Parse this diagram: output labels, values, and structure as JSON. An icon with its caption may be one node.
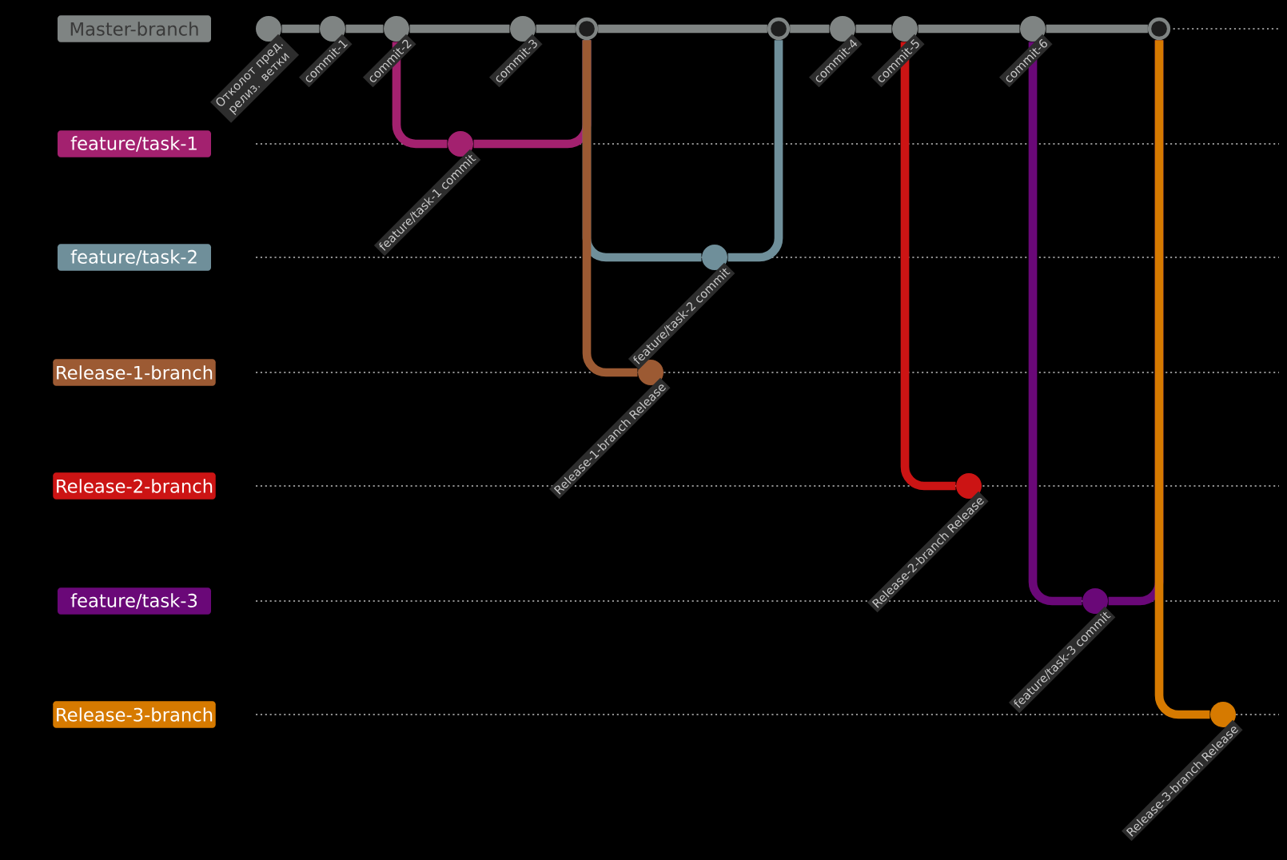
{
  "diagram": {
    "nodes": [
      {
        "text": [
          "Master-branch"
        ]
      },
      {
        "text": [
          "feature/task-1"
        ]
      },
      {
        "text": [
          "feature/task-2"
        ]
      },
      {
        "text": [
          "Release-1-branch"
        ]
      },
      {
        "text": [
          "Release-2-branch"
        ]
      },
      {
        "text": [
          "feature/task-3"
        ]
      },
      {
        "text": [
          "Release-3-branch"
        ]
      },
      {
        "text": [],
        "shape": "circle",
        "beside": [
          "Отколот пред. релиз. ветки"
        ]
      },
      {
        "text": [],
        "shape": "circle",
        "beside": [
          "commit-1"
        ]
      },
      {
        "text": [],
        "shape": "circle",
        "beside": [
          "commit-2"
        ]
      },
      {
        "text": [],
        "shape": "circle",
        "beside": [
          "commit-3"
        ]
      },
      {
        "text": [],
        "shape": "circle"
      },
      {
        "text": [],
        "shape": "circle"
      },
      {
        "text": [],
        "shape": "circle",
        "beside": [
          "commit-4"
        ]
      },
      {
        "text": [],
        "shape": "circle",
        "beside": [
          "commit-5"
        ]
      },
      {
        "text": [],
        "shape": "circle",
        "beside": [
          "commit-6"
        ]
      },
      {
        "text": [],
        "shape": "circle"
      },
      {
        "text": [],
        "shape": "circle",
        "beside": [
          "feature/task-1 commit"
        ]
      },
      {
        "text": [],
        "shape": "circle",
        "beside": [
          "feature/task-2 commit"
        ]
      },
      {
        "text": [],
        "shape": "circle",
        "beside": [
          "Release-1-branch Release"
        ]
      },
      {
        "text": [],
        "shape": "circle",
        "beside": [
          "Release-2-branch Release"
        ]
      },
      {
        "text": [],
        "shape": "circle",
        "beside": [
          "feature/task-3 commit"
        ]
      },
      {
        "text": [],
        "shape": "circle",
        "beside": [
          "Release-3-branch Release"
        ]
      }
    ],
    "edges": [
      {
        "from": 7,
        "to": 8,
        "arrow": "none"
      },
      {
        "from": 8,
        "to": 9,
        "arrow": "none"
      },
      {
        "from": 9,
        "to": 10,
        "arrow": "none"
      },
      {
        "from": 10,
        "to": 11,
        "arrow": "none"
      },
      {
        "from": 11,
        "to": 12,
        "arrow": "none"
      },
      {
        "from": 12,
        "to": 13,
        "arrow": "none"
      },
      {
        "from": 13,
        "to": 14,
        "arrow": "none"
      },
      {
        "from": 14,
        "to": 15,
        "arrow": "none"
      },
      {
        "from": 15,
        "to": 16,
        "arrow": "none"
      },
      {
        "from": 9,
        "to": 17,
        "arrow": "none",
        "color": "#a3216f"
      },
      {
        "from": 17,
        "to": 11,
        "arrow": "none",
        "color": "#a3216f"
      },
      {
        "from": 11,
        "to": 18,
        "arrow": "none",
        "color": "#6f8f9a"
      },
      {
        "from": 18,
        "to": 12,
        "arrow": "none",
        "color": "#6f8f9a"
      },
      {
        "from": 11,
        "to": 19,
        "arrow": "none",
        "color": "#9c5a33"
      },
      {
        "from": 14,
        "to": 20,
        "arrow": "none",
        "color": "#cc1414"
      },
      {
        "from": 15,
        "to": 21,
        "arrow": "none",
        "color": "#6a0878"
      },
      {
        "from": 21,
        "to": 16,
        "arrow": "none",
        "color": "#6a0878"
      },
      {
        "from": 16,
        "to": 22,
        "arrow": "none",
        "color": "#d67a00"
      }
    ]
  }
}
